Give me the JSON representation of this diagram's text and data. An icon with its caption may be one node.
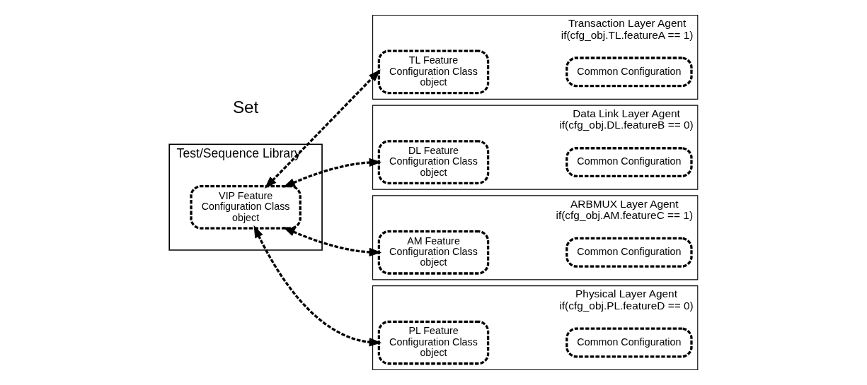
{
  "diagram": {
    "nodes": [
      {
        "text": [
          "Test/Sequence Library"
        ]
      },
      {
        "text": [
          "VIP Feature Configuration Class object"
        ],
        "in": 0
      },
      {
        "text": [
          "Transaction Layer Agent",
          "if(cfg_obj.TL.featureA == 1)"
        ]
      },
      {
        "text": [
          "TL Feature Configuration Class object"
        ],
        "in": 2
      },
      {
        "text": [
          "Common Configuration"
        ],
        "in": 2
      },
      {
        "text": [
          "Data Link Layer Agent",
          "if(cfg_obj.DL.featureB == 0)"
        ]
      },
      {
        "text": [
          "DL Feature Configuration Class object"
        ],
        "in": 5
      },
      {
        "text": [
          "Common Configuration"
        ],
        "in": 5
      },
      {
        "text": [
          "ARBMUX Layer Agent",
          "if(cfg_obj.AM.featureC == 1)"
        ]
      },
      {
        "text": [
          "AM Feature Configuration Class object"
        ],
        "in": 8
      },
      {
        "text": [
          "Common Configuration"
        ],
        "in": 8
      },
      {
        "text": [
          "Physical Layer Agent",
          "if(cfg_obj.PL.featureD == 0)"
        ]
      },
      {
        "text": [
          "PL Feature Configuration Class object"
        ],
        "in": 11
      },
      {
        "text": [
          "Common Configuration"
        ],
        "in": 11
      }
    ],
    "edges": [
      {
        "from": 1,
        "to": 3,
        "arrow": "both",
        "style": "dashed"
      },
      {
        "from": 1,
        "to": 6,
        "arrow": "both",
        "style": "dashed"
      },
      {
        "from": 1,
        "to": 9,
        "arrow": "both",
        "style": "dashed"
      },
      {
        "from": 1,
        "to": 12,
        "arrow": "both",
        "style": "dashed"
      }
    ],
    "labels": [
      "Set"
    ]
  }
}
